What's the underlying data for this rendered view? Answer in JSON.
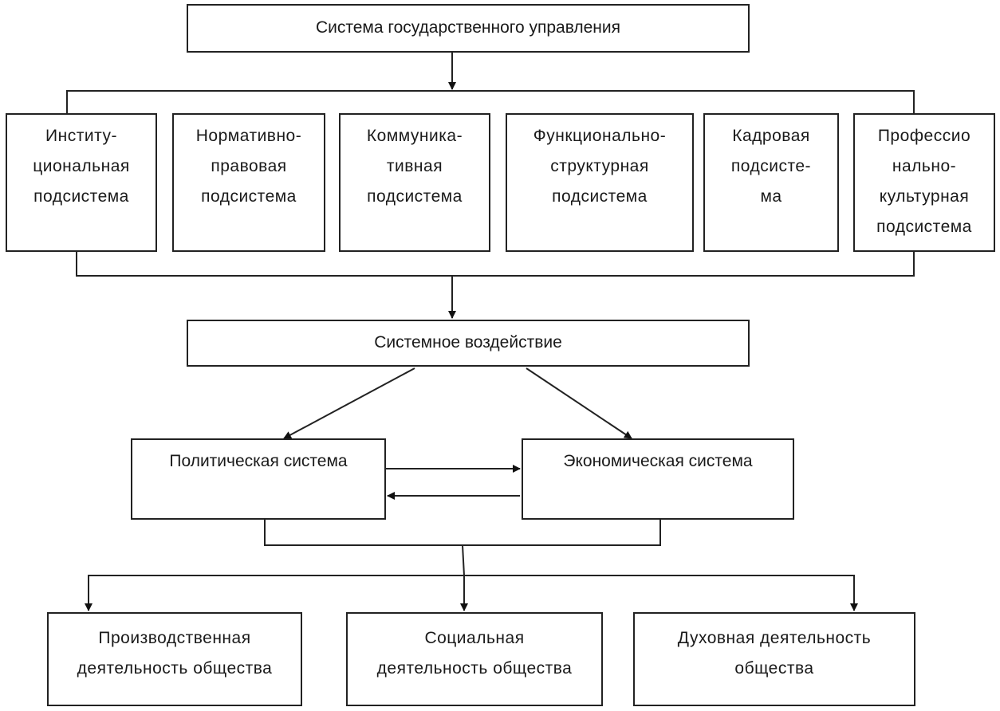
{
  "top": {
    "label": "Система государственного управления"
  },
  "subsystems": [
    {
      "label": "Институ-\nциональная\nподсистема"
    },
    {
      "label": "Нормативно-\nправовая\nподсистема"
    },
    {
      "label": "Коммуника-\nтивная\nподсистема"
    },
    {
      "label": "Функционально-\nструктурная\nподсистема"
    },
    {
      "label": "Кадровая\nподсисте-\nма"
    },
    {
      "label": "Профессио\nнально-\nкультурная\nподсистема"
    }
  ],
  "impact": {
    "label": "Системное воздействие"
  },
  "political": {
    "label": "Политическая система"
  },
  "economic": {
    "label": "Экономическая система"
  },
  "activities": [
    {
      "label": "Производственная\nдеятельность общества"
    },
    {
      "label": "Социальная\nдеятельность общества"
    },
    {
      "label": "Духовная деятельность\nобщества"
    }
  ]
}
